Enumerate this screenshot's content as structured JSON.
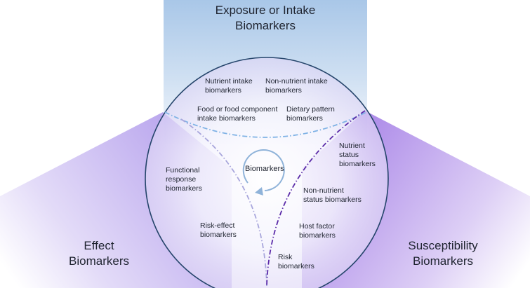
{
  "colors": {
    "circle_stroke": "#25456b",
    "exposure_band": "#a9c7e8",
    "effect_wedge": "#9b7fe6",
    "susceptibility_wedge": "#8e5fe0",
    "divider_blue": "#7fb2e5",
    "divider_lavender": "#a8a6dc",
    "divider_purple": "#5a2aa8",
    "inner_ring": "#8fb3d9"
  },
  "categories": {
    "exposure": "Exposure or Intake\nBiomarkers",
    "effect": "Effect\nBiomarkers",
    "susceptibility": "Susceptibility\nBiomarkers"
  },
  "center_label": "Biomarkers",
  "labels": {
    "nutrient_intake": "Nutrient intake\nbiomarkers",
    "non_nutrient_intake": "Non-nutrient intake\nbiomarkers",
    "food_component_intake": "Food or food component\nintake biomarkers",
    "dietary_pattern": "Dietary pattern\nbiomarkers",
    "functional_response": "Functional\nresponse\nbiomarkers",
    "risk_effect": "Risk-effect\nbiomarkers",
    "nutrient_status": "Nutrient\nstatus\nbiomarkers",
    "non_nutrient_status": "Non-nutrient\nstatus biomarkers",
    "host_factor": "Host factor\nbiomarkers",
    "risk": "Risk\nbiomarkers"
  }
}
